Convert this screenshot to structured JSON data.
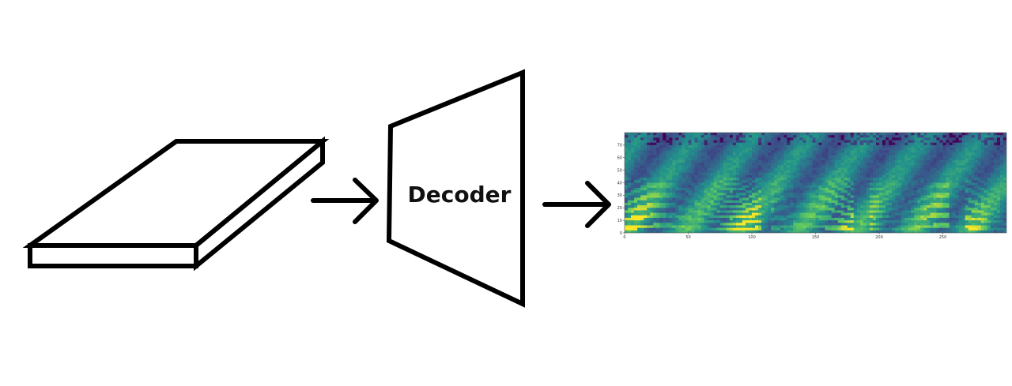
{
  "decoder": {
    "label": "Decoder"
  },
  "spectrogram": {
    "x_ticks": [
      "0",
      "50",
      "100",
      "150",
      "200",
      "250"
    ],
    "x_tick_values": [
      0,
      50,
      100,
      150,
      200,
      250
    ],
    "x_max": 300,
    "y_ticks": [
      "0",
      "10",
      "20",
      "30",
      "40",
      "50",
      "60",
      "70"
    ],
    "y_tick_values": [
      0,
      10,
      20,
      30,
      40,
      50,
      60,
      70
    ],
    "y_max": 80,
    "colormap": [
      "#440154",
      "#3b528b",
      "#21918c",
      "#5ec962",
      "#fde725"
    ]
  },
  "colors": {
    "stroke": "#000000",
    "background": "#ffffff"
  }
}
